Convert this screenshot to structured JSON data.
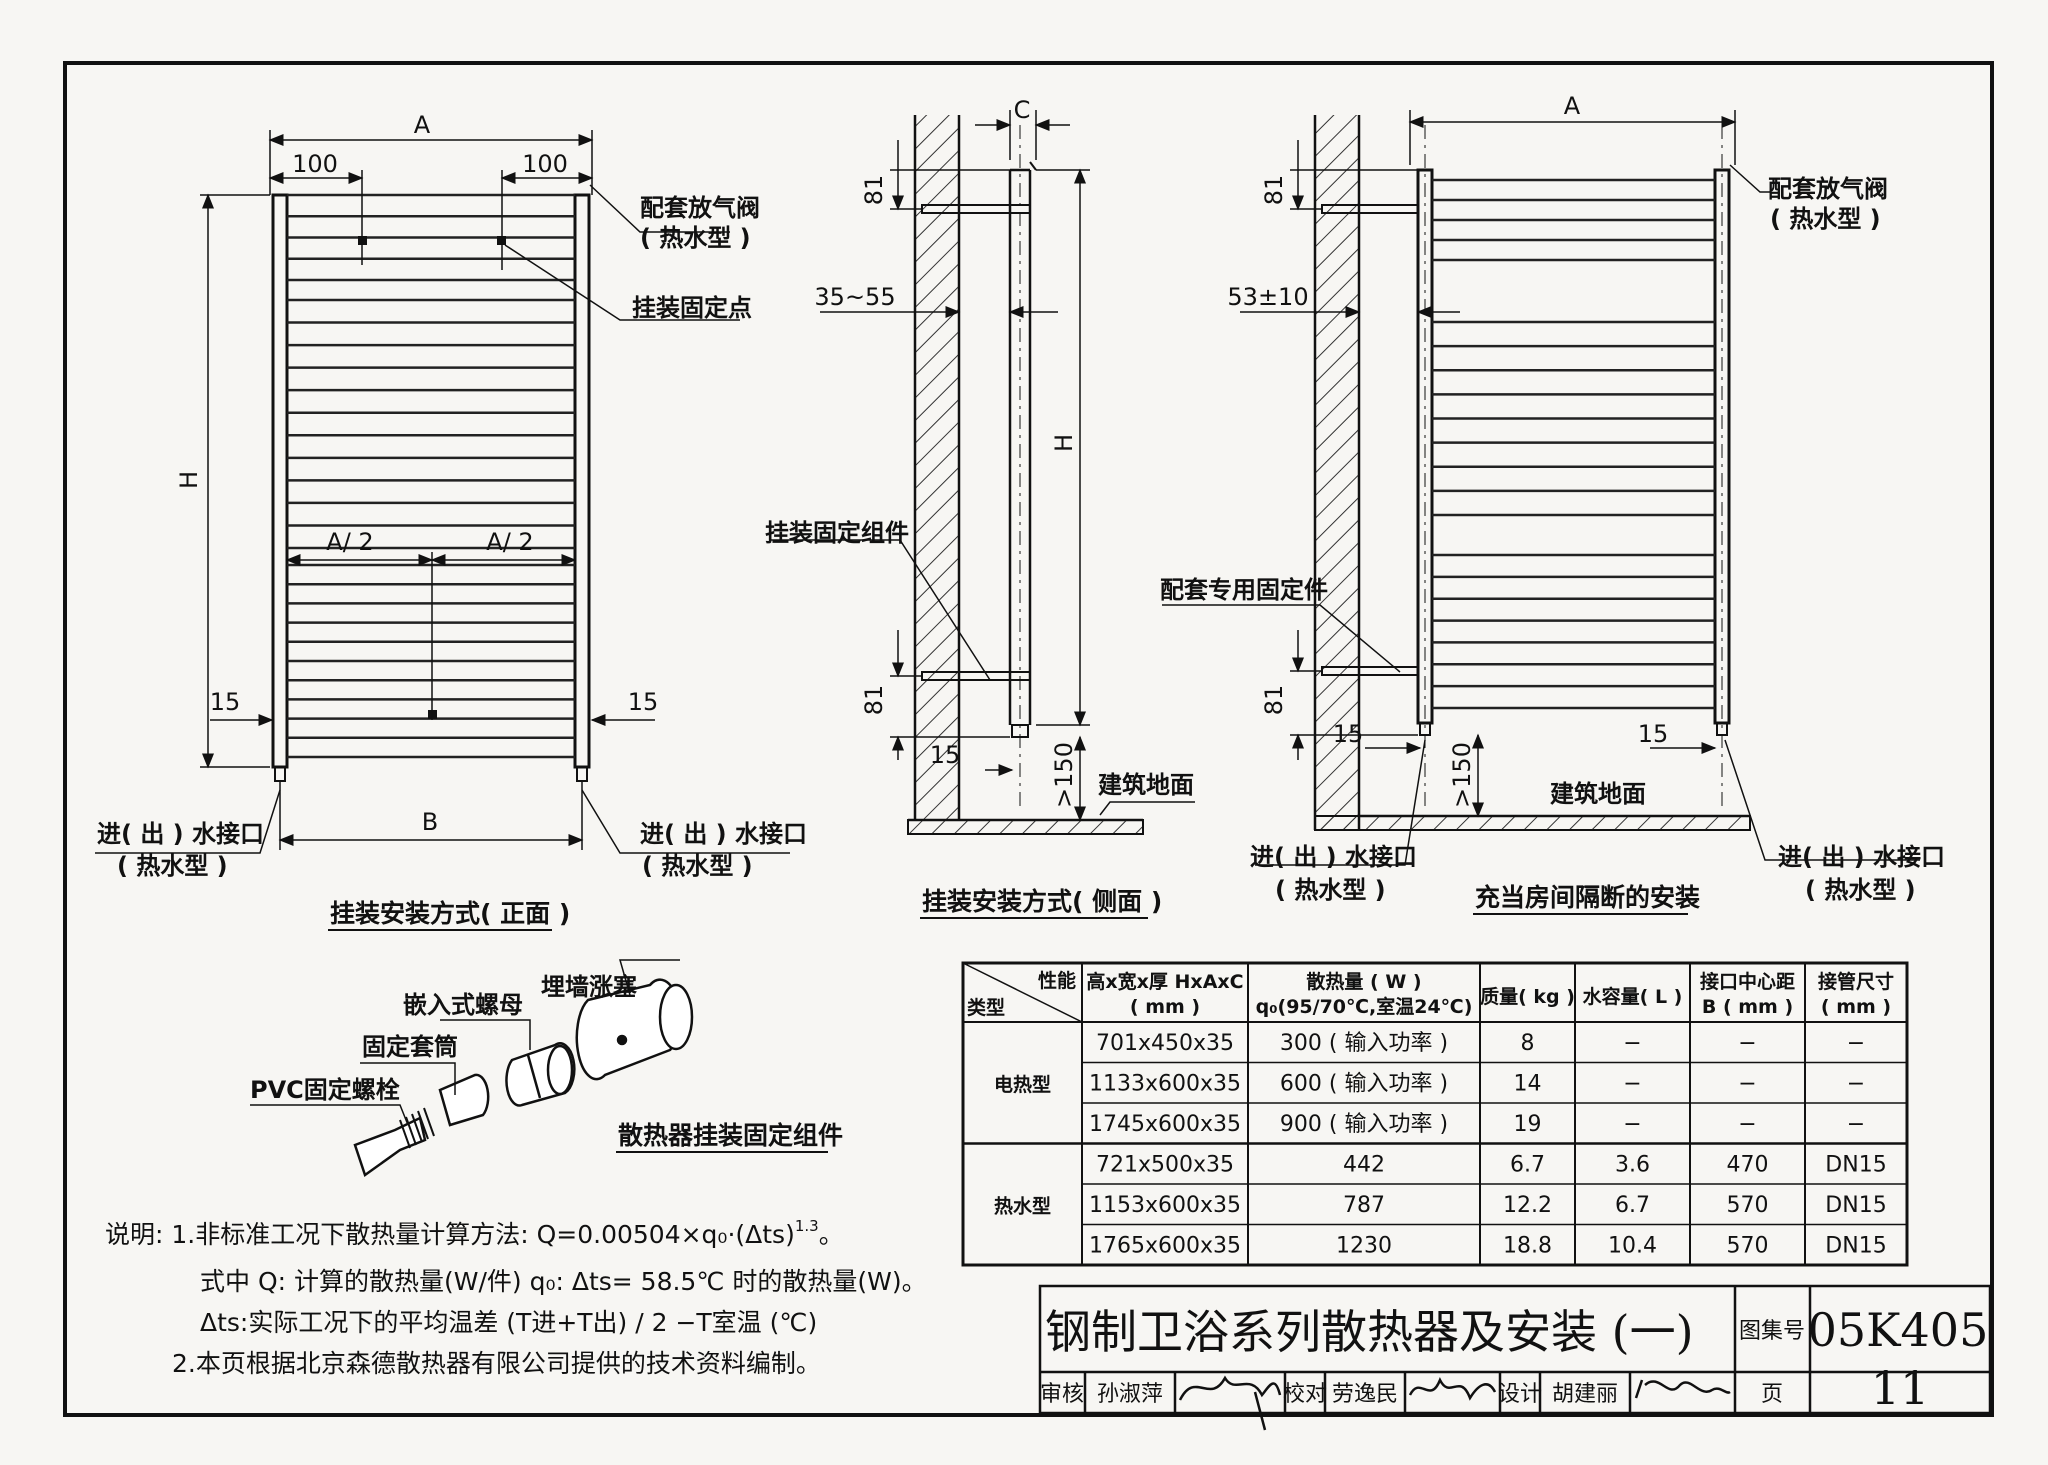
{
  "labels": {
    "dim_A": "A",
    "dim_100": "100",
    "dim_H": "H",
    "dim_A2": "A/ 2",
    "dim_15": "15",
    "dim_B": "B",
    "dim_C": "C",
    "dim_81": "81",
    "dim_35_55": "35~55",
    "dim_150": ">150",
    "dim_53": "53±10",
    "air_valve_1": "配套放气阀",
    "air_valve_2": "( 热水型 )",
    "mount_point": "挂装固定点",
    "inlet_1": "进( 出 ) 水接口",
    "inlet_2": "( 热水型 )",
    "mount_assembly": "挂装固定组件",
    "floor": "建筑地面",
    "special_fixer": "配套专用固定件",
    "cap_front": "挂装安装方式( 正面 )",
    "cap_side": "挂装安装方式( 侧面 )",
    "cap_partition": "充当房间隔断的安装",
    "nut": "嵌入式螺母",
    "plug": "埋墙涨塞",
    "sleeve": "固定套筒",
    "bolt": "PVC固定螺栓",
    "cap_assembly": "散热器挂装固定组件"
  },
  "notes": {
    "line1": "说明: 1.非标准工况下散热量计算方法: Q=0.00504×q₀·(Δts)",
    "line1_sup": "1.3",
    "line1_end": "。",
    "line2": "式中 Q: 计算的散热量(W/件) q₀: Δts= 58.5℃ 时的散热量(W)。",
    "line3": "Δts:实际工况下的平均温差 (T进+T出) / 2 −T室温 (℃)",
    "line4": "2.本页根据北京森德散热器有限公司提供的技术资料编制。"
  },
  "table": {
    "corner_top": "性能",
    "corner_bottom": "类型",
    "headers": [
      [
        "高x宽x厚 HxAxC",
        "( mm )"
      ],
      [
        "散热量 ( W )",
        "q₀(95/70℃,室温24℃)"
      ],
      [
        "质量( kg )",
        ""
      ],
      [
        "水容量( L )",
        ""
      ],
      [
        "接口中心距",
        "B ( mm )"
      ],
      [
        "接管尺寸",
        "( mm )"
      ]
    ],
    "groups": [
      {
        "type": "电热型",
        "rows": [
          [
            "701x450x35",
            "300 ( 输入功率 )",
            "8",
            "−",
            "−",
            "−"
          ],
          [
            "1133x600x35",
            "600 ( 输入功率 )",
            "14",
            "−",
            "−",
            "−"
          ],
          [
            "1745x600x35",
            "900 ( 输入功率 )",
            "19",
            "−",
            "−",
            "−"
          ]
        ]
      },
      {
        "type": "热水型",
        "rows": [
          [
            "721x500x35",
            "442",
            "6.7",
            "3.6",
            "470",
            "DN15"
          ],
          [
            "1153x600x35",
            "787",
            "12.2",
            "6.7",
            "570",
            "DN15"
          ],
          [
            "1765x600x35",
            "1230",
            "18.8",
            "10.4",
            "570",
            "DN15"
          ]
        ]
      }
    ]
  },
  "title_block": {
    "title": "钢制卫浴系列散热器及安装 (一)",
    "atlas_label": "图集号",
    "atlas_no": "05K405",
    "review_label": "审核",
    "reviewer": "孙淑萍",
    "check_label": "校对",
    "checker": "劳逸民",
    "design_label": "设计",
    "designer": "胡建丽",
    "page_label": "页",
    "page_no": "11"
  }
}
